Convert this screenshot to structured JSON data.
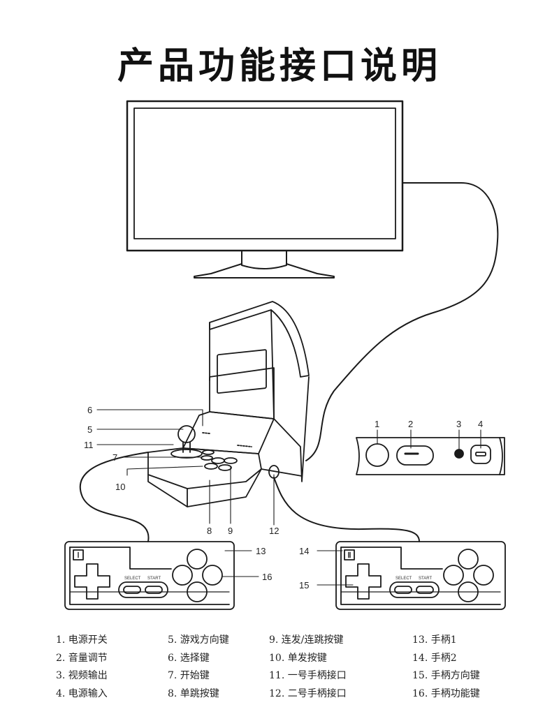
{
  "title": "产品功能接口说明",
  "controller": {
    "label_1": "Ⅰ",
    "label_2": "Ⅱ",
    "select": "SELECT",
    "start": "START"
  },
  "callouts": {
    "c1": "1",
    "c2": "2",
    "c3": "3",
    "c4": "4",
    "c5": "5",
    "c6": "6",
    "c7": "7",
    "c8": "8",
    "c9": "9",
    "c10": "10",
    "c11": "11",
    "c12": "12",
    "c13": "13",
    "c14": "14",
    "c15": "15",
    "c16": "16"
  },
  "legend": [
    [
      "1. 电源开关",
      "2. 音量调节",
      "3. 视频输出",
      "4. 电源输入"
    ],
    [
      "5. 游戏方向键",
      "6. 选择键",
      "7. 开始键",
      "8. 单跳按键"
    ],
    [
      "9. 连发/连跳按键",
      "10. 单发按键",
      "11. 一号手柄接口",
      "12. 二号手柄接口"
    ],
    [
      "13. 手柄1",
      "14. 手柄2",
      "15. 手柄方向键",
      "16. 手柄功能键"
    ]
  ]
}
